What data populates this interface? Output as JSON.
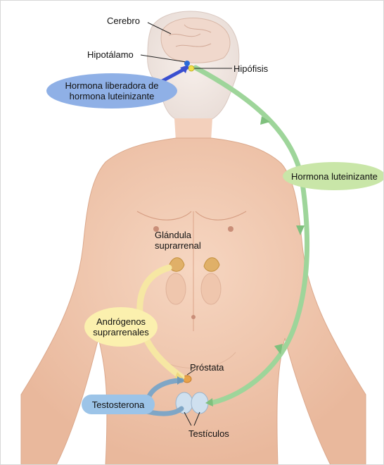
{
  "labels": {
    "cerebro": "Cerebro",
    "hipotalamo": "Hipotálamo",
    "hipofisis": "Hipófisis",
    "hormona_liberadora_l1": "Hormona liberadora de",
    "hormona_liberadora_l2": "hormona luteinizante",
    "hormona_luteinizante": "Hormona luteinizante",
    "glandula_l1": "Glándula",
    "glandula_l2": "suprarrenal",
    "androgenos_l1": "Andrógenos",
    "androgenos_l2": "suprarrenales",
    "prostata": "Próstata",
    "testosterona": "Testosterona",
    "testiculos": "Testículos"
  },
  "colors": {
    "skin": "#f2c8ae",
    "skin_shadow": "#e2ab8f",
    "blue_bubble": "#8fb0e6",
    "blue_arrow": "#3a4fd0",
    "green_bubble": "#c9e6a8",
    "green_arrow": "#8ecb8a",
    "yellow_bubble": "#fbf0ae",
    "yellow_arrow": "#f4e39a",
    "testo_bubble": "#9cc4e8",
    "testo_arrow": "#6f98b8"
  }
}
